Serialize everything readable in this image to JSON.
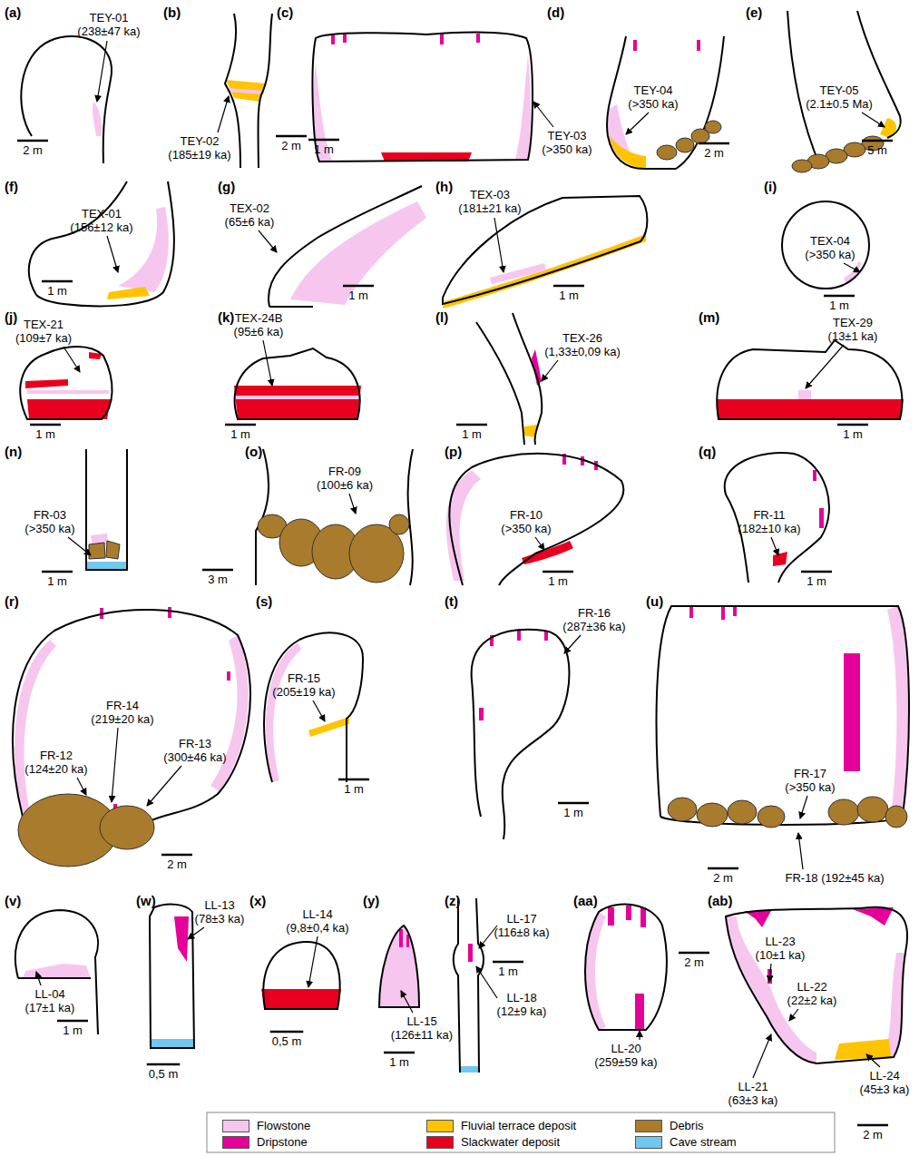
{
  "diagram": {
    "labels": [
      "(a)",
      "TEY-01 (238±47 ka)",
      "2 m",
      "(b)",
      "TEY-02 (185±19 ka)",
      "1 m",
      "(c)",
      "TEY-03 (>350 ka)",
      "2 m",
      "(d)",
      "TEY-04 (>350 ka)",
      "2 m",
      "(e)",
      "TEY-05 (2.1±0.5 Ma)",
      "5 m",
      "(f)",
      "TEX-01 (156±12 ka)",
      "1 m",
      "(g)",
      "TEX-02 (65±6 ka)",
      "1 m",
      "(h)",
      "TEX-03 (181±21 ka)",
      "1 m",
      "(i)",
      "TEX-04 (>350 ka)",
      "1 m",
      "(j)",
      "TEX-21 (109±7 ka)",
      "1 m",
      "(k)",
      "TEX-24B (95±6 ka)",
      "1 m",
      "(l)",
      "TEX-26 (1,33±0,09 ka)",
      "1 m",
      "(m)",
      "TEX-29 (13±1 ka)",
      "1 m",
      "(n)",
      "FR-03 (>350 ka)",
      "1 m",
      "(o)",
      "FR-09 (100±6 ka)",
      "3 m",
      "(p)",
      "FR-10 (>350 ka)",
      "1 m",
      "(q)",
      "FR-11 (182±10 ka)",
      "1 m",
      "(r)",
      "FR-12 (124±20 ka)",
      "FR-14 (219±20 ka)",
      "FR-13 (300±46 ka)",
      "2 m",
      "(s)",
      "FR-15 (205±19 ka)",
      "1 m",
      "(t)",
      "FR-16 (287±36 ka)",
      "1 m",
      "(u)",
      "FR-17 (>350 ka)",
      "FR-18 (192±45 ka)",
      "2 m",
      "(v)",
      "LL-04 (17±1 ka)",
      "1 m",
      "(w)",
      "LL-13 (78±3 ka)",
      "0,5 m",
      "(x)",
      "LL-14 (9,8±0,4 ka)",
      "0,5 m",
      "(y)",
      "LL-15 (126±11 ka)",
      "1 m",
      "(z)",
      "LL-17 (116±8 ka)",
      "LL-18 (12±9 ka)",
      "1 m",
      "(aa)",
      "LL-20 (259±59 ka)",
      "2 m",
      "(ab)",
      "LL-23 (10±1 ka)",
      "LL-22 (22±2 ka)",
      "LL-21 (63±3 ka)",
      "LL-24 (45±3 ka)",
      "2 m"
    ],
    "legend": [
      {
        "text": "Flowstone",
        "color": "#f7c6ee"
      },
      {
        "text": "Fluvial terrace deposit",
        "color": "#ffc400"
      },
      {
        "text": "Debris",
        "color": "#a97b2c"
      },
      {
        "text": "Dripstone",
        "color": "#e6009a"
      },
      {
        "text": "Slackwater deposit",
        "color": "#e8001e"
      },
      {
        "text": "Cave stream",
        "color": "#70c8ee"
      }
    ]
  }
}
